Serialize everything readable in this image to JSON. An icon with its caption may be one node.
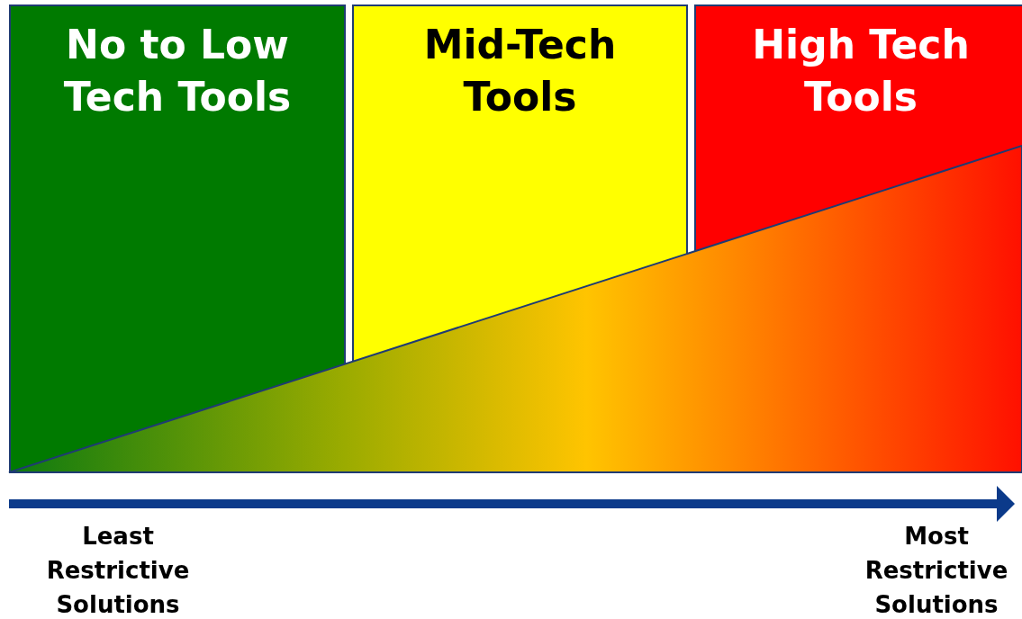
{
  "diagram": {
    "nodes": [
      {
        "text": [
          "No to Low Tech Tools"
        ]
      },
      {
        "text": [
          "Mid-Tech Tools"
        ]
      },
      {
        "text": [
          "High Tech Tools"
        ]
      }
    ],
    "labels": [
      "Least Restrictive Solutions",
      "Most Restrictive Solutions"
    ]
  }
}
